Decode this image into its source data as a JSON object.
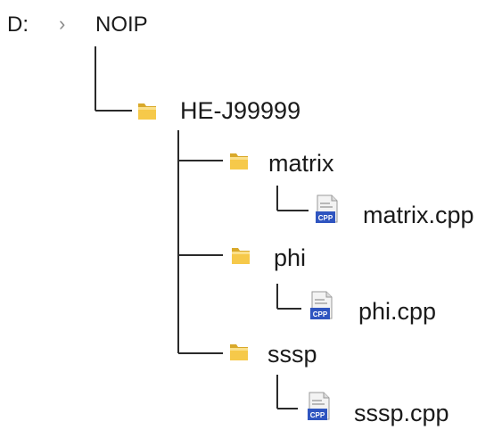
{
  "path": {
    "drive": "D:",
    "separator_icon": "chevron-right-icon",
    "root": "NOIP"
  },
  "tree": {
    "folder": "HE-J99999",
    "children": [
      {
        "folder": "matrix",
        "file": "matrix.cpp"
      },
      {
        "folder": "phi",
        "file": "phi.cpp"
      },
      {
        "folder": "sssp",
        "file": "sssp.cpp"
      }
    ]
  },
  "icons": {
    "folder": "folder-icon",
    "file": "cpp-file-icon",
    "file_badge": "CPP"
  },
  "colors": {
    "folder_fill": "#f6c94a",
    "folder_dark": "#d9a92a",
    "file_badge": "#2f55c0"
  }
}
